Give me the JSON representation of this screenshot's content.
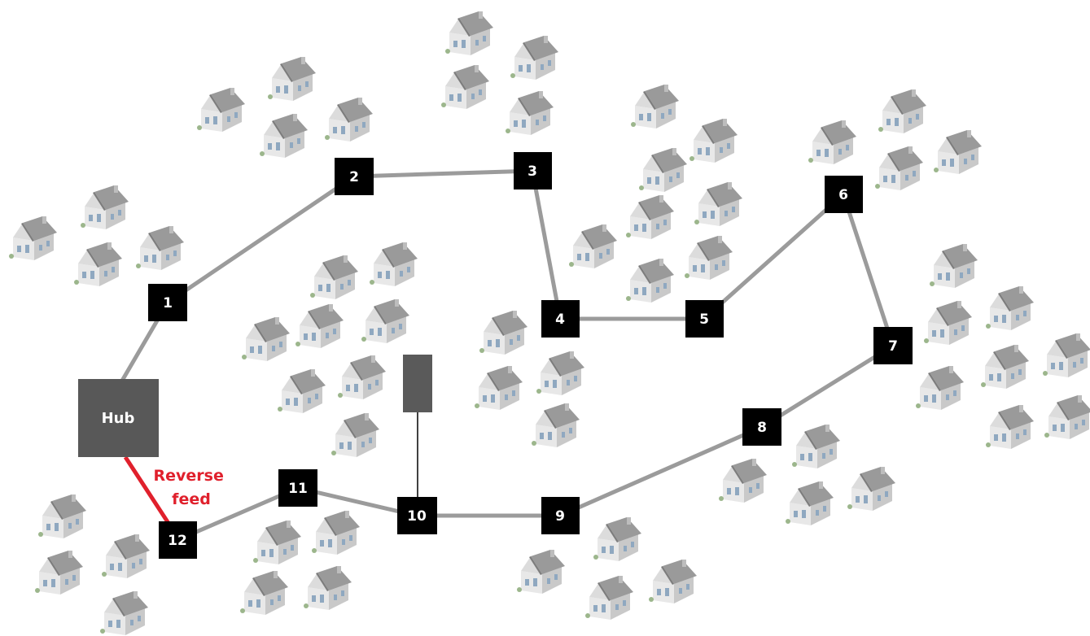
{
  "diagram": {
    "hub_label": "Hub",
    "reverse_feed_line1": "Reverse",
    "reverse_feed_line2": "feed",
    "nodes": [
      "1",
      "2",
      "3",
      "4",
      "5",
      "6",
      "7",
      "8",
      "9",
      "10",
      "11",
      "12"
    ],
    "colors": {
      "link": "#9b9b9b",
      "reverse": "#e0202c",
      "node": "#000000",
      "hub": "#585858",
      "cabinet": "#5a5a5a",
      "spur": "#000000",
      "house_roof": "#9a9a9a",
      "house_wall": "#e6e6e6",
      "house_side": "#c9c9c9",
      "window": "#8fa8c0"
    },
    "icons": [
      "house-icon",
      "cabinet-icon"
    ]
  }
}
